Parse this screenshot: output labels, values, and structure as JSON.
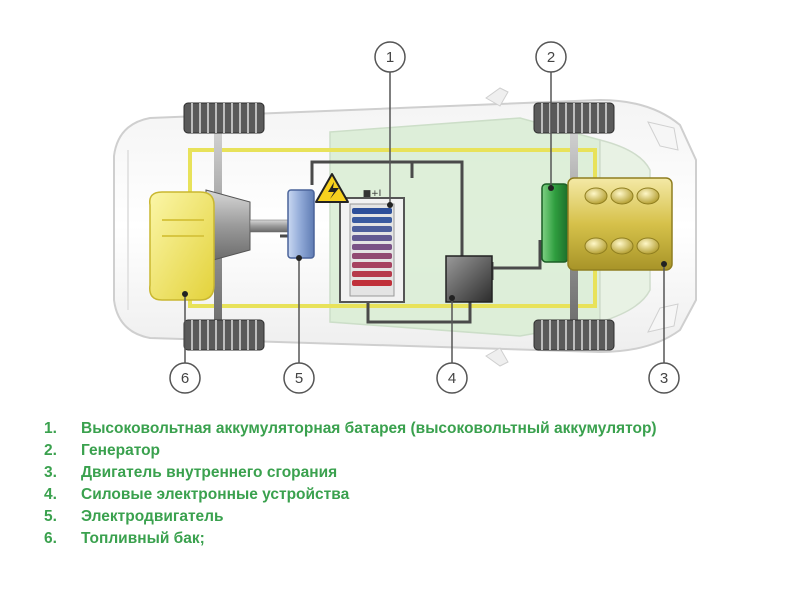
{
  "callouts": [
    "1",
    "2",
    "3",
    "4",
    "5",
    "6"
  ],
  "battery_terminals": "■+I",
  "warning_symbol": "high-voltage",
  "colors": {
    "legend_text": "#3aa14e",
    "fuel_tank": "#f2e85a",
    "generator": "#2f9e3f",
    "engine": "#d6c14a",
    "motor": "#8fa8d6",
    "battery_red": "#c0303a",
    "battery_blue": "#2d4f9a",
    "body_tint": "#dbeed6"
  },
  "legend": [
    {
      "num": "1.",
      "text": "Высоковольтная аккумуляторная батарея (высоковольтный аккумулятор)"
    },
    {
      "num": "2.",
      "text": "Генератор"
    },
    {
      "num": "3.",
      "text": "Двигатель внутреннего сгорания"
    },
    {
      "num": "4.",
      "text": "Силовые электронные устройства"
    },
    {
      "num": "5.",
      "text": "Электродвигатель"
    },
    {
      "num": "6.",
      "text": "Топливный бак;"
    }
  ]
}
